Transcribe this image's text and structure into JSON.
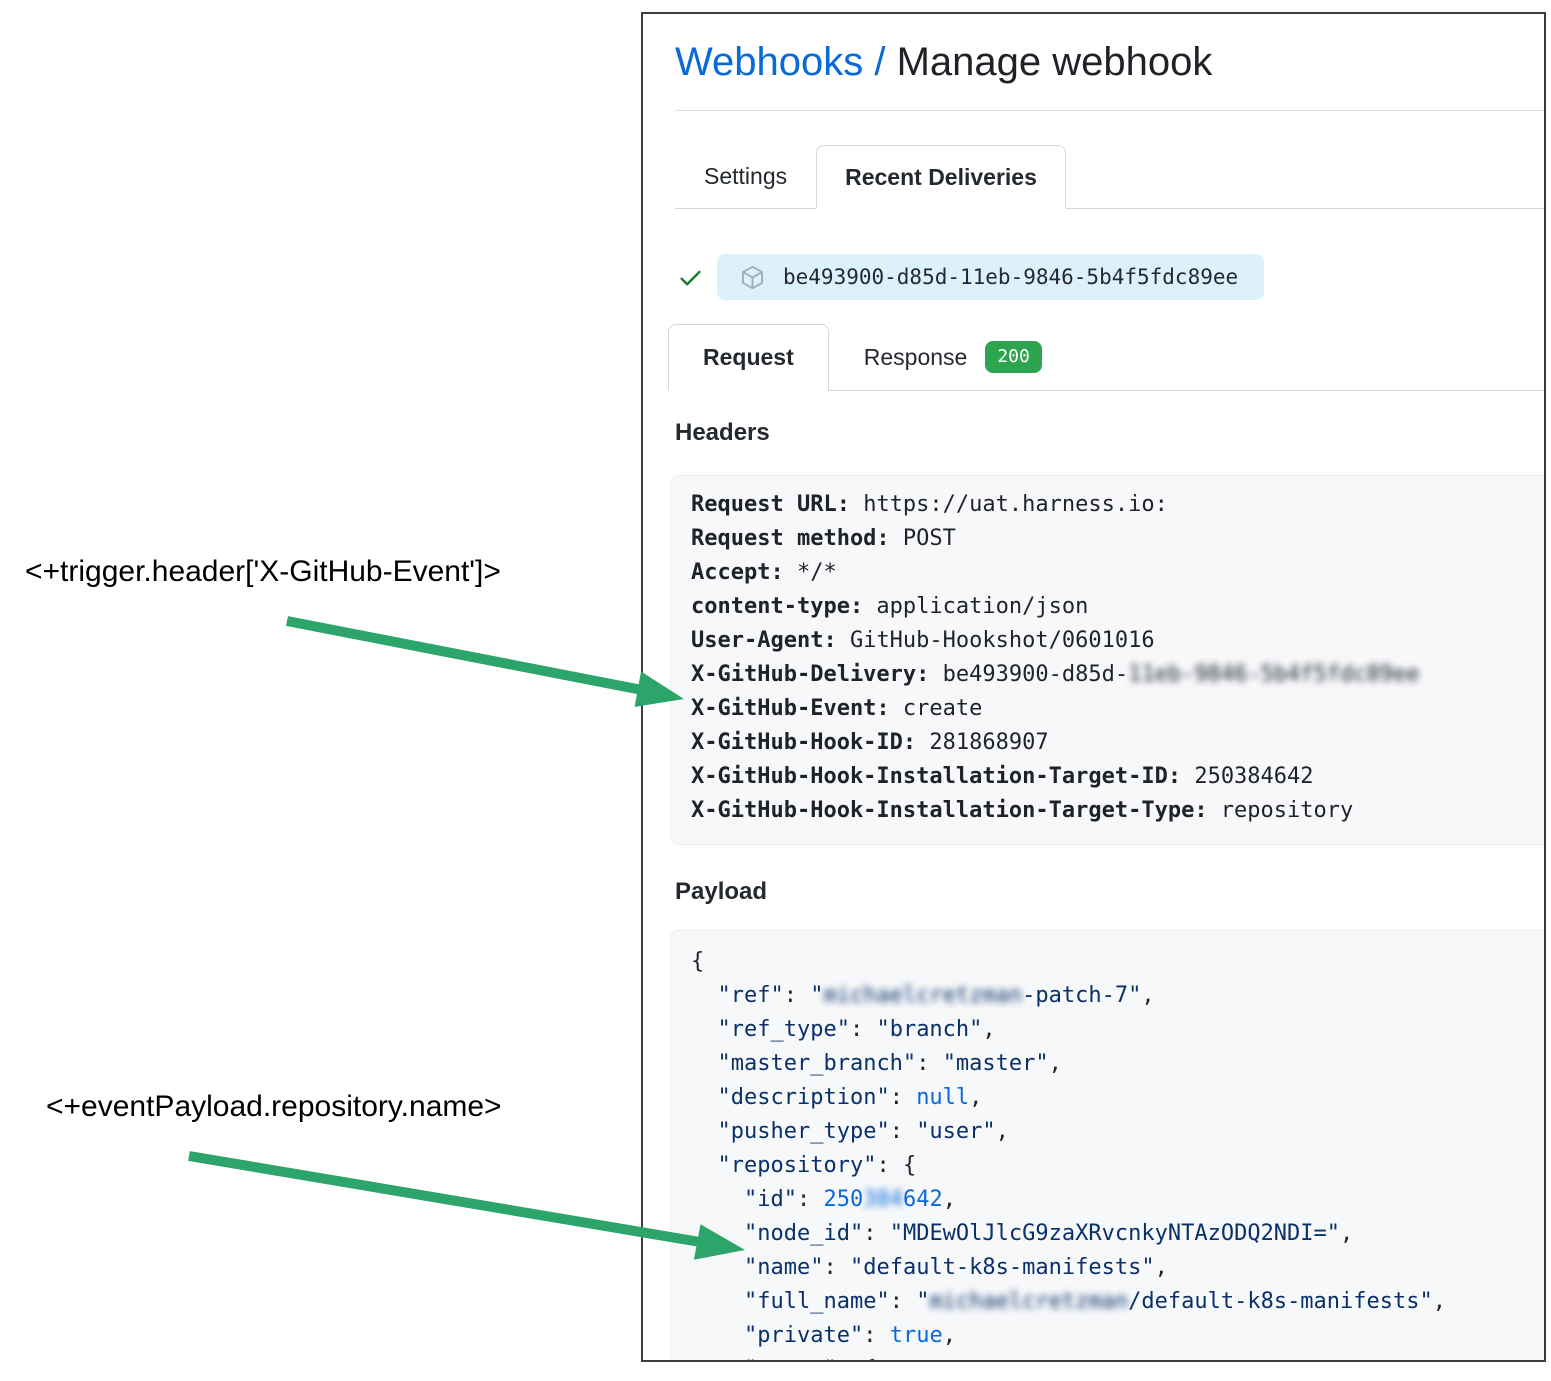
{
  "page": {
    "breadcrumb_link": "Webhooks",
    "breadcrumb_separator": " / ",
    "title": "Manage webhook"
  },
  "tabs": {
    "settings": "Settings",
    "recent_deliveries": "Recent Deliveries"
  },
  "delivery": {
    "id": "be493900-d85d-11eb-9846-5b4f5fdc89ee"
  },
  "subtabs": {
    "request": "Request",
    "response": "Response",
    "response_status": "200"
  },
  "sections": {
    "headers_label": "Headers",
    "payload_label": "Payload"
  },
  "annotations": {
    "trigger_expression": "<+trigger.header['X-GitHub-Event']>",
    "payload_expression": "<+eventPayload.repository.name>"
  },
  "colors": {
    "link_blue": "#0969da",
    "json_string_navy": "#0a3069",
    "json_literal_blue": "#0969da",
    "badge_green": "#2da44e",
    "check_green": "#1a7f37",
    "arrow_green": "#2ca46a",
    "pill_blue": "#ddf1fd",
    "panel_gray": "#f6f8fa"
  },
  "headers_panel": {
    "lines": [
      [
        {
          "t": "Request URL:",
          "c": "hk"
        },
        {
          "t": " https://uat.harness.io:",
          "c": "hv"
        }
      ],
      [
        {
          "t": "Request method:",
          "c": "hk"
        },
        {
          "t": " POST",
          "c": "hv"
        }
      ],
      [
        {
          "t": "Accept:",
          "c": "hk"
        },
        {
          "t": " */*",
          "c": "hv"
        }
      ],
      [
        {
          "t": "content-type:",
          "c": "hk"
        },
        {
          "t": " application/json",
          "c": "hv"
        }
      ],
      [
        {
          "t": "User-Agent:",
          "c": "hk"
        },
        {
          "t": " GitHub-Hookshot/0601016",
          "c": "hv"
        }
      ],
      [
        {
          "t": "X-GitHub-Delivery:",
          "c": "hk"
        },
        {
          "t": " be493900-d85d-",
          "c": "hv"
        },
        {
          "t": "11eb-9846-5b4f5fdc89ee",
          "c": "hv",
          "blur": true
        }
      ],
      [
        {
          "t": "X-GitHub-Event:",
          "c": "hk"
        },
        {
          "t": " create",
          "c": "hv"
        }
      ],
      [
        {
          "t": "X-GitHub-Hook-ID:",
          "c": "hk"
        },
        {
          "t": " 281868907",
          "c": "hv"
        }
      ],
      [
        {
          "t": "X-GitHub-Hook-Installation-Target-ID:",
          "c": "hk"
        },
        {
          "t": " 250384642",
          "c": "hv"
        }
      ],
      [
        {
          "t": "X-GitHub-Hook-Installation-Target-Type:",
          "c": "hk"
        },
        {
          "t": " repository",
          "c": "hv"
        }
      ]
    ]
  },
  "payload_panel": {
    "lines": [
      [
        {
          "t": "{",
          "c": "jp"
        }
      ],
      [
        {
          "t": "  ",
          "c": "jp"
        },
        {
          "t": "\"ref\"",
          "c": "js"
        },
        {
          "t": ": ",
          "c": "jp"
        },
        {
          "t": "\"",
          "c": "js"
        },
        {
          "t": "michaelcretzman",
          "c": "js",
          "blur": true
        },
        {
          "t": "-patch-7\"",
          "c": "js"
        },
        {
          "t": ",",
          "c": "jp"
        }
      ],
      [
        {
          "t": "  ",
          "c": "jp"
        },
        {
          "t": "\"ref_type\"",
          "c": "js"
        },
        {
          "t": ": ",
          "c": "jp"
        },
        {
          "t": "\"branch\"",
          "c": "js"
        },
        {
          "t": ",",
          "c": "jp"
        }
      ],
      [
        {
          "t": "  ",
          "c": "jp"
        },
        {
          "t": "\"master_branch\"",
          "c": "js"
        },
        {
          "t": ": ",
          "c": "jp"
        },
        {
          "t": "\"master\"",
          "c": "js"
        },
        {
          "t": ",",
          "c": "jp"
        }
      ],
      [
        {
          "t": "  ",
          "c": "jp"
        },
        {
          "t": "\"description\"",
          "c": "js"
        },
        {
          "t": ": ",
          "c": "jp"
        },
        {
          "t": "null",
          "c": "jl"
        },
        {
          "t": ",",
          "c": "jp"
        }
      ],
      [
        {
          "t": "  ",
          "c": "jp"
        },
        {
          "t": "\"pusher_type\"",
          "c": "js"
        },
        {
          "t": ": ",
          "c": "jp"
        },
        {
          "t": "\"user\"",
          "c": "js"
        },
        {
          "t": ",",
          "c": "jp"
        }
      ],
      [
        {
          "t": "  ",
          "c": "jp"
        },
        {
          "t": "\"repository\"",
          "c": "js"
        },
        {
          "t": ": {",
          "c": "jp"
        }
      ],
      [
        {
          "t": "    ",
          "c": "jp"
        },
        {
          "t": "\"id\"",
          "c": "js"
        },
        {
          "t": ": ",
          "c": "jp"
        },
        {
          "t": "250",
          "c": "jl"
        },
        {
          "t": "384",
          "c": "jl",
          "blur": true
        },
        {
          "t": "642",
          "c": "jl"
        },
        {
          "t": ",",
          "c": "jp"
        }
      ],
      [
        {
          "t": "    ",
          "c": "jp"
        },
        {
          "t": "\"node_id\"",
          "c": "js"
        },
        {
          "t": ": ",
          "c": "jp"
        },
        {
          "t": "\"MDEwOlJlcG9zaXRvcnkyNTAzODQ2NDI=\"",
          "c": "js"
        },
        {
          "t": ",",
          "c": "jp"
        }
      ],
      [
        {
          "t": "    ",
          "c": "jp"
        },
        {
          "t": "\"name\"",
          "c": "js"
        },
        {
          "t": ": ",
          "c": "jp"
        },
        {
          "t": "\"default-k8s-manifests\"",
          "c": "js"
        },
        {
          "t": ",",
          "c": "jp"
        }
      ],
      [
        {
          "t": "    ",
          "c": "jp"
        },
        {
          "t": "\"full_name\"",
          "c": "js"
        },
        {
          "t": ": ",
          "c": "jp"
        },
        {
          "t": "\"",
          "c": "js"
        },
        {
          "t": "michaelcretzman",
          "c": "js",
          "blur": true
        },
        {
          "t": "/default-k8s-manifests\"",
          "c": "js"
        },
        {
          "t": ",",
          "c": "jp"
        }
      ],
      [
        {
          "t": "    ",
          "c": "jp"
        },
        {
          "t": "\"private\"",
          "c": "js"
        },
        {
          "t": ": ",
          "c": "jp"
        },
        {
          "t": "true",
          "c": "jl"
        },
        {
          "t": ",",
          "c": "jp"
        }
      ],
      [
        {
          "t": "    ",
          "c": "jp"
        },
        {
          "t": "\"owner\"",
          "c": "js"
        },
        {
          "t": ": {",
          "c": "jp"
        }
      ]
    ]
  }
}
